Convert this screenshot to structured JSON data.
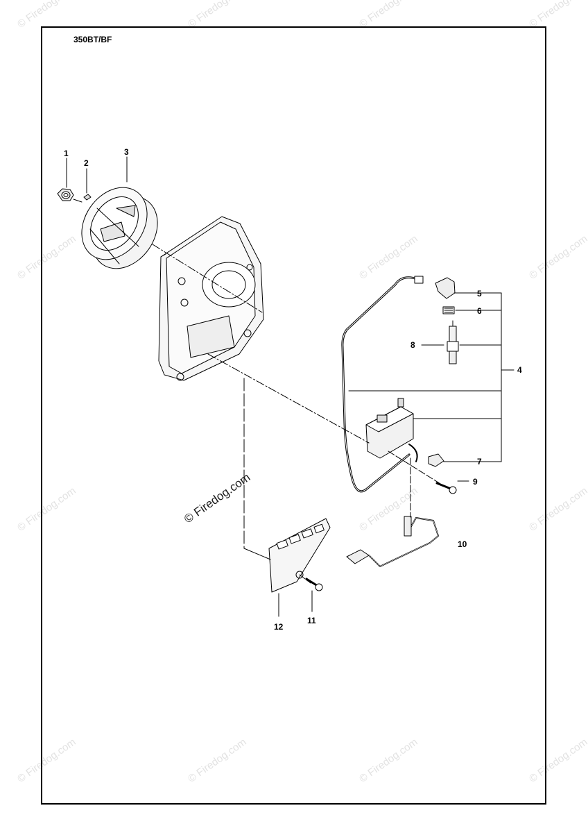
{
  "model_label": "350BT/BF",
  "callouts": [
    "1",
    "2",
    "3",
    "4",
    "5",
    "6",
    "7",
    "8",
    "9",
    "10",
    "11",
    "12"
  ],
  "watermark_text": "© Firedog.com",
  "colors": {
    "line": "#000000",
    "watermark": "#e2e2e2",
    "paper": "#ffffff"
  }
}
